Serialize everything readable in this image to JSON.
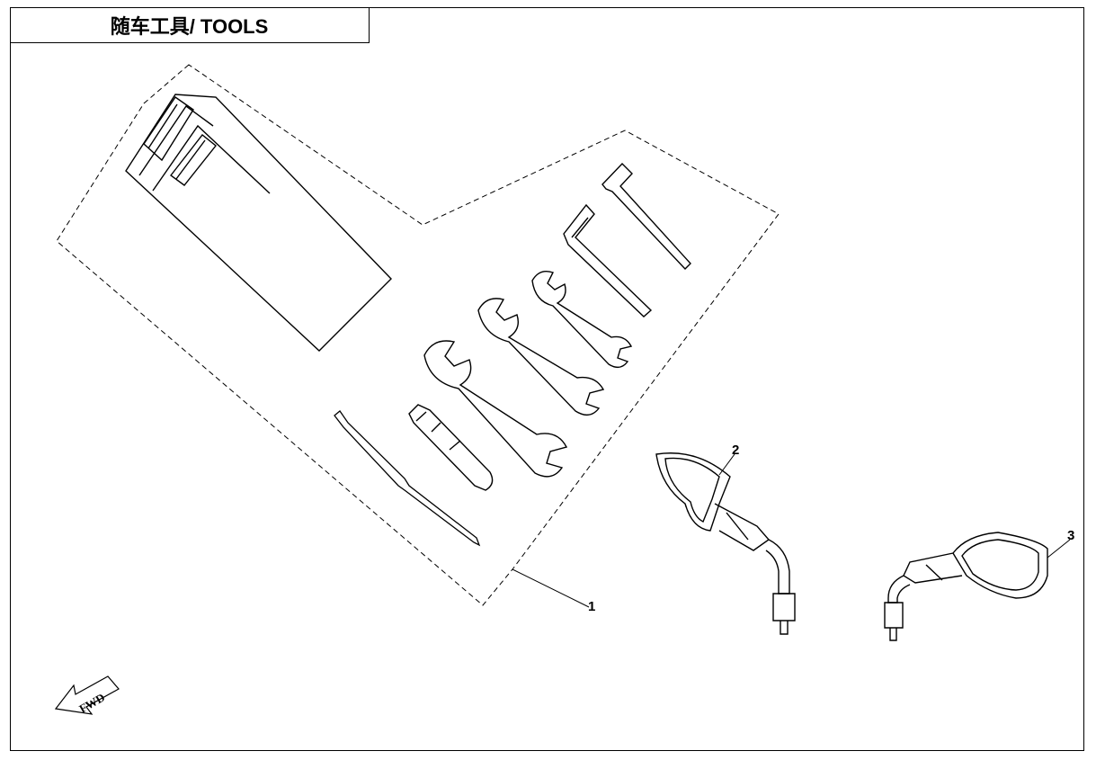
{
  "header": {
    "title": "随车工具/ TOOLS"
  },
  "callouts": [
    {
      "id": "1",
      "label": "1"
    },
    {
      "id": "2",
      "label": "2"
    },
    {
      "id": "3",
      "label": "3"
    }
  ],
  "direction_arrow": {
    "label": "FWD"
  },
  "colors": {
    "line": "#000000",
    "background": "#ffffff"
  }
}
